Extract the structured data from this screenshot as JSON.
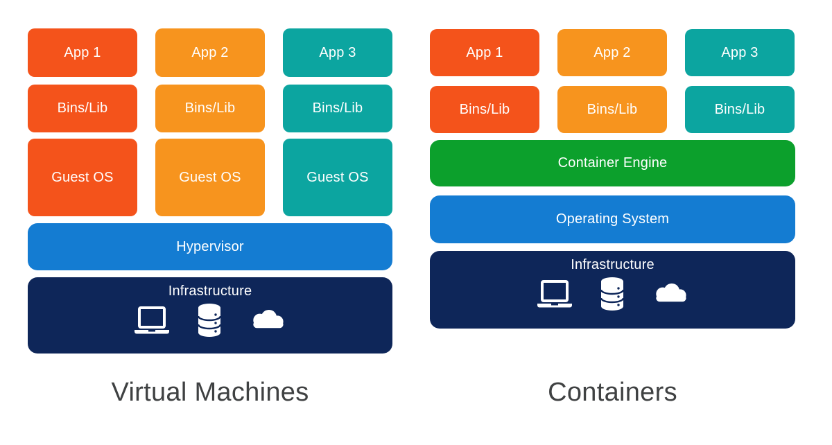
{
  "diagram": {
    "vm": {
      "title": "Virtual Machines",
      "stacks": [
        {
          "app": "App 1",
          "bins": "Bins/Lib",
          "guest_os": "Guest OS"
        },
        {
          "app": "App 2",
          "bins": "Bins/Lib",
          "guest_os": "Guest OS"
        },
        {
          "app": "App 3",
          "bins": "Bins/Lib",
          "guest_os": "Guest OS"
        }
      ],
      "hypervisor_label": "Hypervisor",
      "infrastructure_label": "Infrastructure"
    },
    "containers": {
      "title": "Containers",
      "stacks": [
        {
          "app": "App 1",
          "bins": "Bins/Lib"
        },
        {
          "app": "App 2",
          "bins": "Bins/Lib"
        },
        {
          "app": "App 3",
          "bins": "Bins/Lib"
        }
      ],
      "container_engine_label": "Container Engine",
      "operating_system_label": "Operating System",
      "infrastructure_label": "Infrastructure"
    },
    "infrastructure_icons": [
      "laptop-icon",
      "database-icon",
      "cloud-icon"
    ],
    "colors": {
      "stack1_red_orange": "#F4531B",
      "stack2_orange": "#F7941E",
      "stack3_teal": "#0CA5A0",
      "hypervisor_blue": "#147CD2",
      "operating_system_blue": "#147CD2",
      "container_engine_green": "#0CA02C",
      "infrastructure_navy": "#0E2659",
      "title_gray": "#3F4142",
      "block_text": "#FFFFFF",
      "background": "#FFFFFF"
    }
  }
}
